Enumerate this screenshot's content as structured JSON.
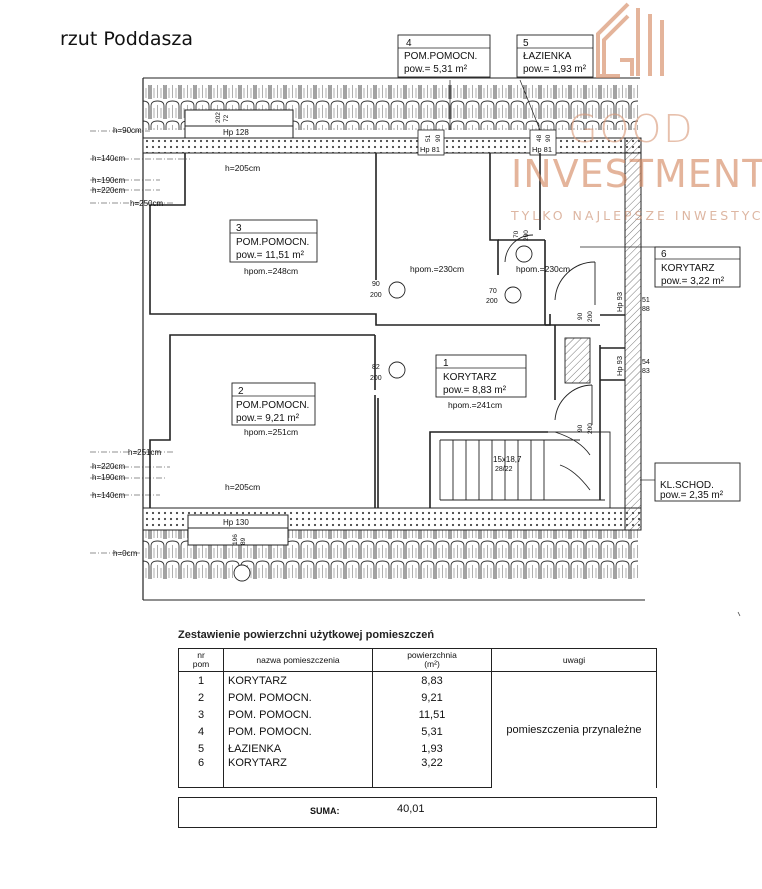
{
  "title": "rzut Poddasza",
  "logo": {
    "line1": "GOOD",
    "line2": "INVESTMENT",
    "tagline": "TYLKO NAJLEPSZE INWESTYCJE",
    "color": "#d4875f"
  },
  "rooms": [
    {
      "nr": "1",
      "name": "KORYTARZ",
      "area": "pow.= 8,83 m²",
      "height": "hpom.=241cm"
    },
    {
      "nr": "2",
      "name": "POM.POMOCN.",
      "area": "pow.= 9,21 m²",
      "height": "hpom.=251cm"
    },
    {
      "nr": "3",
      "name": "POM.POMOCN.",
      "area": "pow.= 11,51 m²",
      "height": "hpom.=248cm"
    },
    {
      "nr": "4",
      "name": "POM.POMOCN.",
      "area": "pow.= 5,31 m²",
      "height": ""
    },
    {
      "nr": "5",
      "name": "ŁAZIENKA",
      "area": "pow.= 1,93 m²",
      "height": ""
    },
    {
      "nr": "6",
      "name": "KORYTARZ",
      "area": "pow.= 3,22 m²",
      "height": ""
    },
    {
      "nr": "",
      "name": "KL.SCHOD.",
      "area": "pow.= 2,35 m²",
      "height": ""
    }
  ],
  "plan_labels": {
    "h90": "h=90cm",
    "h140_top": "h=140cm",
    "h190_top": "h=190cm",
    "h220_top": "h=220cm",
    "h250": "h=250cm",
    "h205_top": "h=205cm",
    "hpom230_a": "hpom.=230cm",
    "hpom230_b": "hpom.=230cm",
    "h251": "h=251cm",
    "h220_bot": "h=220cm",
    "h190_bot": "h=190cm",
    "h140_bot": "h=140cm",
    "h205_bot": "h=205cm",
    "h0": "h=0cm",
    "hp128": "Hp 128",
    "hp130": "Hp 130",
    "hp81a": "Hp 81",
    "hp81b": "Hp 81",
    "hp93a": "Hp 93",
    "hp93b": "Hp 93",
    "stairs": "15x18,7",
    "stairs2": "28/22",
    "d202": "202",
    "d72": "72",
    "d51": "51",
    "d90a": "90",
    "d48": "48",
    "d90b": "90",
    "d70a": "70",
    "d200a": "200",
    "d90c": "90",
    "d200b": "200",
    "d70b": "70",
    "d200c": "200",
    "d90d": "90",
    "d200d": "200",
    "d51b": "51",
    "d88": "88",
    "d54": "54",
    "d83": "83",
    "d82": "82",
    "d200e": "200",
    "d90e": "90",
    "d200f": "200",
    "d196": "196",
    "d89": "89"
  },
  "table": {
    "title": "Zestawienie powierzchni użytkowej pomieszczeń",
    "headers": {
      "nr": "nr\npom",
      "name": "nazwa pomieszczenia",
      "area": "powierzchnia\n(m²)",
      "notes": "uwagi"
    },
    "rows": [
      {
        "nr": "1",
        "name": "KORYTARZ",
        "area": "8,83"
      },
      {
        "nr": "2",
        "name": "POM. POMOCN.",
        "area": "9,21"
      },
      {
        "nr": "3",
        "name": "POM. POMOCN.",
        "area": "11,51"
      },
      {
        "nr": "4",
        "name": "POM. POMOCN.",
        "area": "5,31"
      },
      {
        "nr": "5",
        "name": "ŁAZIENKA",
        "area": "1,93"
      },
      {
        "nr": "6",
        "name": "KORYTARZ",
        "area": "3,22"
      }
    ],
    "notes": "pomieszczenia przynależne",
    "sum_label": "SUMA:",
    "sum_value": "40,01"
  }
}
